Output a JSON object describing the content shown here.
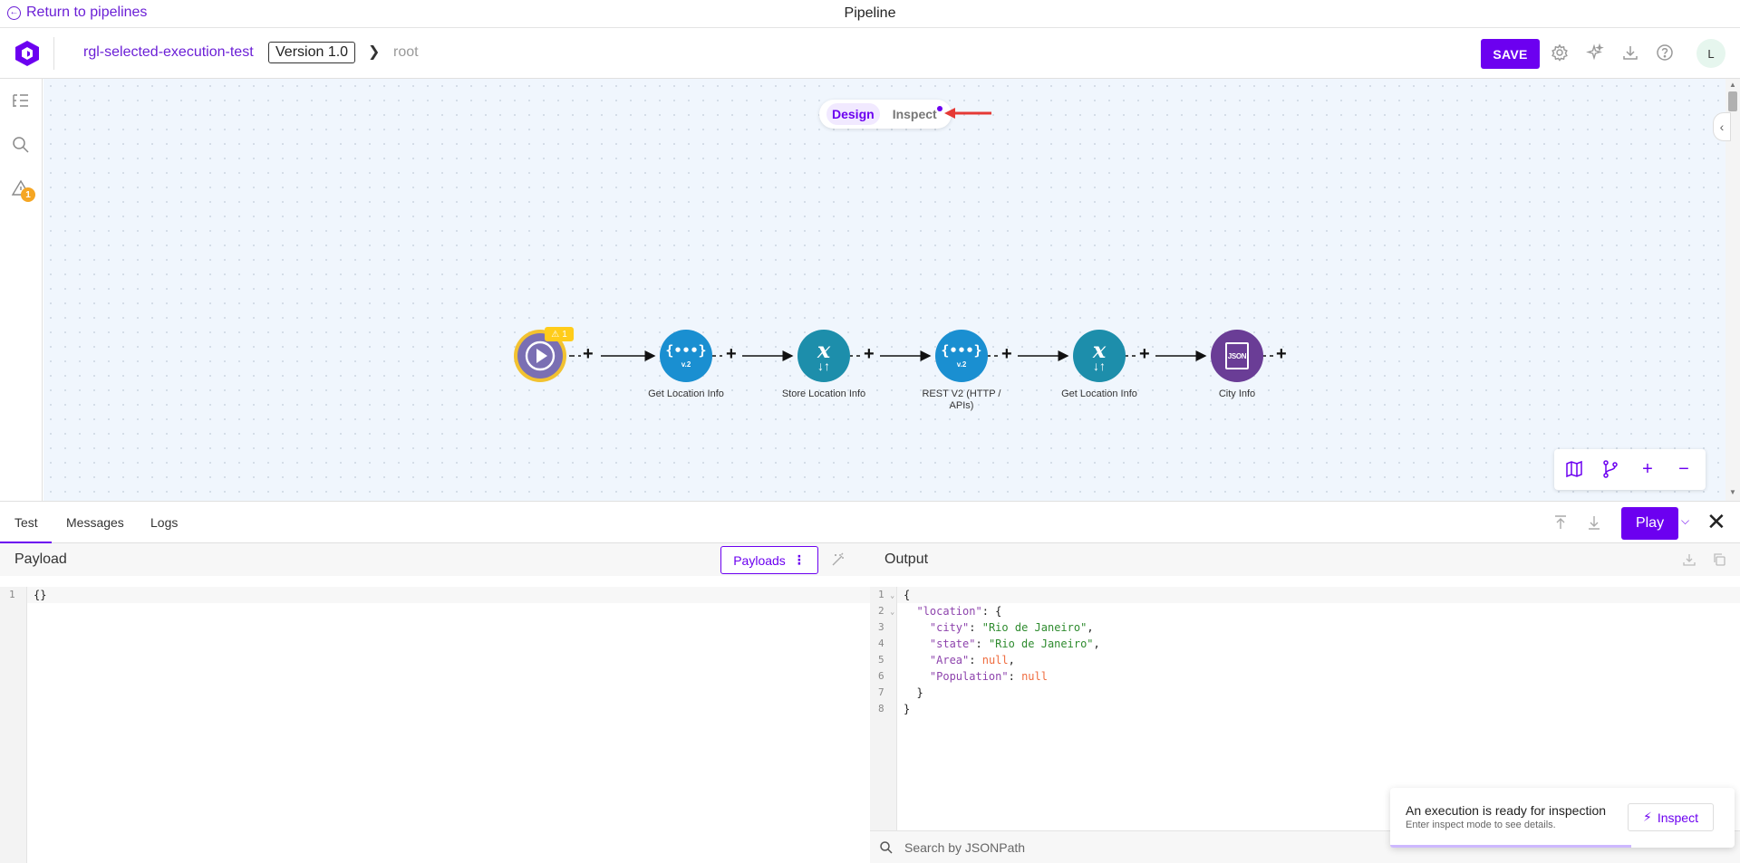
{
  "topbar": {
    "return_label": "Return to pipelines",
    "page_title": "Pipeline"
  },
  "header": {
    "pipeline_name": "rgl-selected-execution-test",
    "version": "Version 1.0",
    "breadcrumb_root": "root",
    "save_label": "SAVE",
    "icons": [
      "gear-icon",
      "sparkle-icon",
      "download-icon",
      "help-icon"
    ],
    "avatar_initial": "L"
  },
  "leftbar": {
    "icons": [
      "tree-list-icon",
      "search-icon",
      "warning-icon"
    ],
    "warning_count": "1"
  },
  "canvas": {
    "mode_design": "Design",
    "mode_inspect": "Inspect",
    "trigger_warning_count": "1",
    "nodes": [
      {
        "label": "Get Location Info",
        "icon": "json-v2-icon",
        "color": "#1a8fd1"
      },
      {
        "label": "Store Location Info",
        "icon": "variable-icon",
        "color": "#1d8eab"
      },
      {
        "label": "REST V2 (HTTP / APIs)",
        "icon": "json-v2-icon",
        "color": "#1a8fd1"
      },
      {
        "label": "Get Location Info",
        "icon": "variable-icon",
        "color": "#1d8eab"
      },
      {
        "label": "City Info",
        "icon": "json-file-icon",
        "color": "#6a3d96"
      }
    ],
    "node_badge_text": "v.2",
    "json_icon_text": "JSON",
    "trigger_color": "#7a6fb3",
    "trigger_ring_color": "#f2c230",
    "zoom_controls": [
      "map-icon",
      "branch-icon",
      "zoom-in-icon",
      "zoom-out-icon"
    ]
  },
  "bottom_panel": {
    "tabs": [
      "Test",
      "Messages",
      "Logs"
    ],
    "active_tab": "Test",
    "play_label": "Play",
    "payload_title": "Payload",
    "payloads_button": "Payloads",
    "output_title": "Output",
    "payload_lines": [
      "{}"
    ],
    "output_lines": [
      {
        "n": "1",
        "fold": true
      },
      {
        "n": "2",
        "fold": true
      },
      {
        "n": "3",
        "fold": false
      },
      {
        "n": "4",
        "fold": false
      },
      {
        "n": "5",
        "fold": false
      },
      {
        "n": "6",
        "fold": false
      },
      {
        "n": "7",
        "fold": false
      },
      {
        "n": "8",
        "fold": false
      }
    ],
    "output_json": {
      "line1": "{",
      "line2_key": "\"location\"",
      "line2_rest": ": {",
      "city_key": "\"city\"",
      "city_val": "\"Rio de Janeiro\"",
      "state_key": "\"state\"",
      "state_val": "\"Rio de Janeiro\"",
      "area_key": "\"Area\"",
      "area_val": "null",
      "pop_key": "\"Population\"",
      "pop_val": "null",
      "line7": "  }",
      "line8": "}"
    },
    "search_placeholder": "Search by JSONPath"
  },
  "toast": {
    "title": "An execution is ready for inspection",
    "subtitle": "Enter inspect mode to see details.",
    "button": "Inspect"
  },
  "colors": {
    "accent": "#6c00f0",
    "annotation_arrow": "#e53935"
  }
}
